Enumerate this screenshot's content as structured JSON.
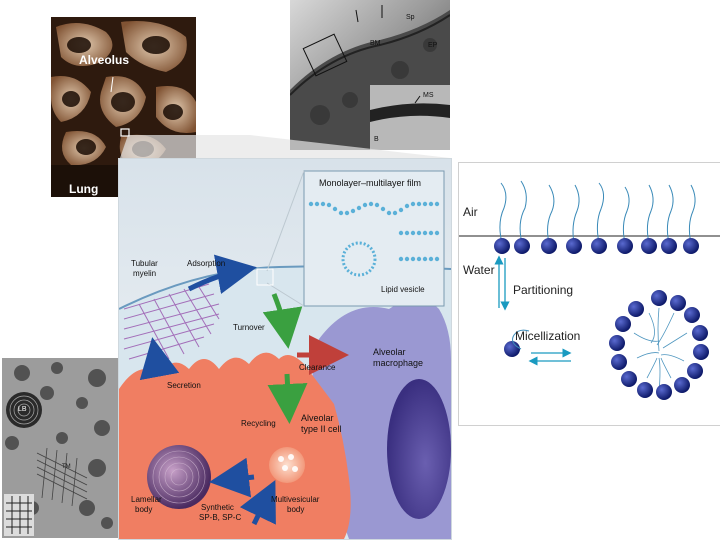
{
  "lung_micrograph": {
    "alveolus_label": "Alveolus",
    "lung_label": "Lung"
  },
  "tem_micrograph": {
    "labels": [
      "Sp",
      "BM",
      "EP",
      "MS",
      "B"
    ]
  },
  "tem_inset_lamellar": {
    "lb_label": "LB",
    "tm_label": "TM"
  },
  "alveolar_diagram": {
    "film_title": "Monolayer–multilayer film",
    "lipid_vesicle": "Lipid vesicle",
    "tubular_myelin_line1": "Tubular",
    "tubular_myelin_line2": "myelin",
    "adsorption": "Adsorption",
    "turnover": "Turnover",
    "clearance": "Clearance",
    "macrophage_line1": "Alveolar",
    "macrophage_line2": "macrophage",
    "secretion": "Secretion",
    "recycling": "Recycling",
    "type2_line1": "Alveolar",
    "type2_line2": "type II cell",
    "lamellar_line1": "Lamellar",
    "lamellar_line2": "body",
    "synthetic_line1": "Synthetic",
    "synthetic_line2": "SP-B, SP-C",
    "multivesicular_line1": "Multivesicular",
    "multivesicular_line2": "body"
  },
  "surfactant_diagram": {
    "air": "Air",
    "water": "Water",
    "partitioning": "Partitioning",
    "micellization": "Micellization"
  },
  "colors": {
    "head_blue": "#1a2a8c",
    "arrow_teal": "#1a9ac0",
    "cell_salmon": "#f07a5e",
    "macrophage_violet": "#8a87c8",
    "myelin_purple": "#9a5ab0"
  }
}
